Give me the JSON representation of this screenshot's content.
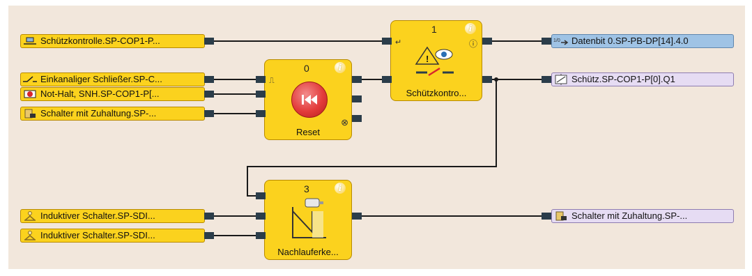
{
  "inputs": {
    "i1": {
      "label": "Schützkontrolle.SP-COP1-P...",
      "icon": "contactor-feedback-icon"
    },
    "i2": {
      "label": "Einkanaliger Schließer.SP-C...",
      "icon": "switch-contact-icon"
    },
    "i3": {
      "label": "Not-Halt, SNH.SP-COP1-P[...",
      "icon": "emergency-stop-icon"
    },
    "i4": {
      "label": "Schalter mit Zuhaltung.SP-...",
      "icon": "locking-switch-icon"
    },
    "i5": {
      "label": "Induktiver Schalter.SP-SDI...",
      "icon": "inductive-switch-icon"
    },
    "i6": {
      "label": "Induktiver Schalter.SP-SDI...",
      "icon": "inductive-switch-icon"
    }
  },
  "outputs": {
    "o1": {
      "label": "Datenbit 0.SP-PB-DP[14].4.0",
      "icon": "data-bit-icon"
    },
    "o2": {
      "label": "Schütz.SP-COP1-P[0].Q1",
      "icon": "contactor-icon"
    },
    "o3": {
      "label": "Schalter mit Zuhaltung.SP-...",
      "icon": "locking-switch-icon"
    }
  },
  "blocks": {
    "reset": {
      "number": "0",
      "name": "Reset",
      "info": "i"
    },
    "contactor": {
      "number": "1",
      "name": "Schützkontro...",
      "info": "i"
    },
    "rundown": {
      "number": "3",
      "name": "Nachlauferke...",
      "info": "i"
    }
  },
  "colors": {
    "canvas": "#f2e7dc",
    "block": "#fbd21e",
    "port": "#2b3d4a",
    "wire": "#1a1a1a",
    "output_blue": "#9fc3e5",
    "output_violet": "#e6dcf3"
  }
}
